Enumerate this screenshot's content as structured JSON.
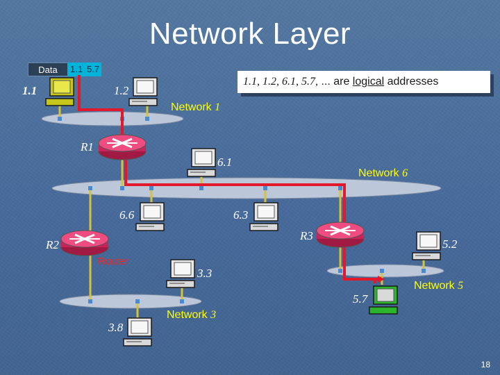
{
  "title": "Network Layer",
  "packet": {
    "header": "Data",
    "src": "1.1",
    "dst": "5.7"
  },
  "note": {
    "addresses": "1.1, 1.2, 6.1, 5.7,",
    "rest_before": " ... are ",
    "underlined": "logical",
    "rest_after": " addresses"
  },
  "hosts": {
    "h11": "1.1",
    "h12": "1.2",
    "h61": "6.1",
    "h66": "6.6",
    "h63": "6.3",
    "h52": "5.2",
    "h33": "3.3",
    "h57": "5.7",
    "h38": "3.8"
  },
  "routers": {
    "r1": "R1",
    "r2": "R2",
    "r3": "R3",
    "router_caption": "Router"
  },
  "networks": {
    "n1": {
      "word": "Network",
      "num": "1"
    },
    "n6": {
      "word": "Network",
      "num": "6"
    },
    "n5": {
      "word": "Network",
      "num": "5"
    },
    "n3": {
      "word": "Network",
      "num": "3"
    }
  },
  "colors": {
    "bus": "#bcc7d9",
    "drop": "#d6c23a",
    "path": "#e3192b",
    "router": "#e0356a",
    "highlight_pc": "#c5c51a",
    "dest_pc": "#2cb52c"
  },
  "page_number": "18"
}
